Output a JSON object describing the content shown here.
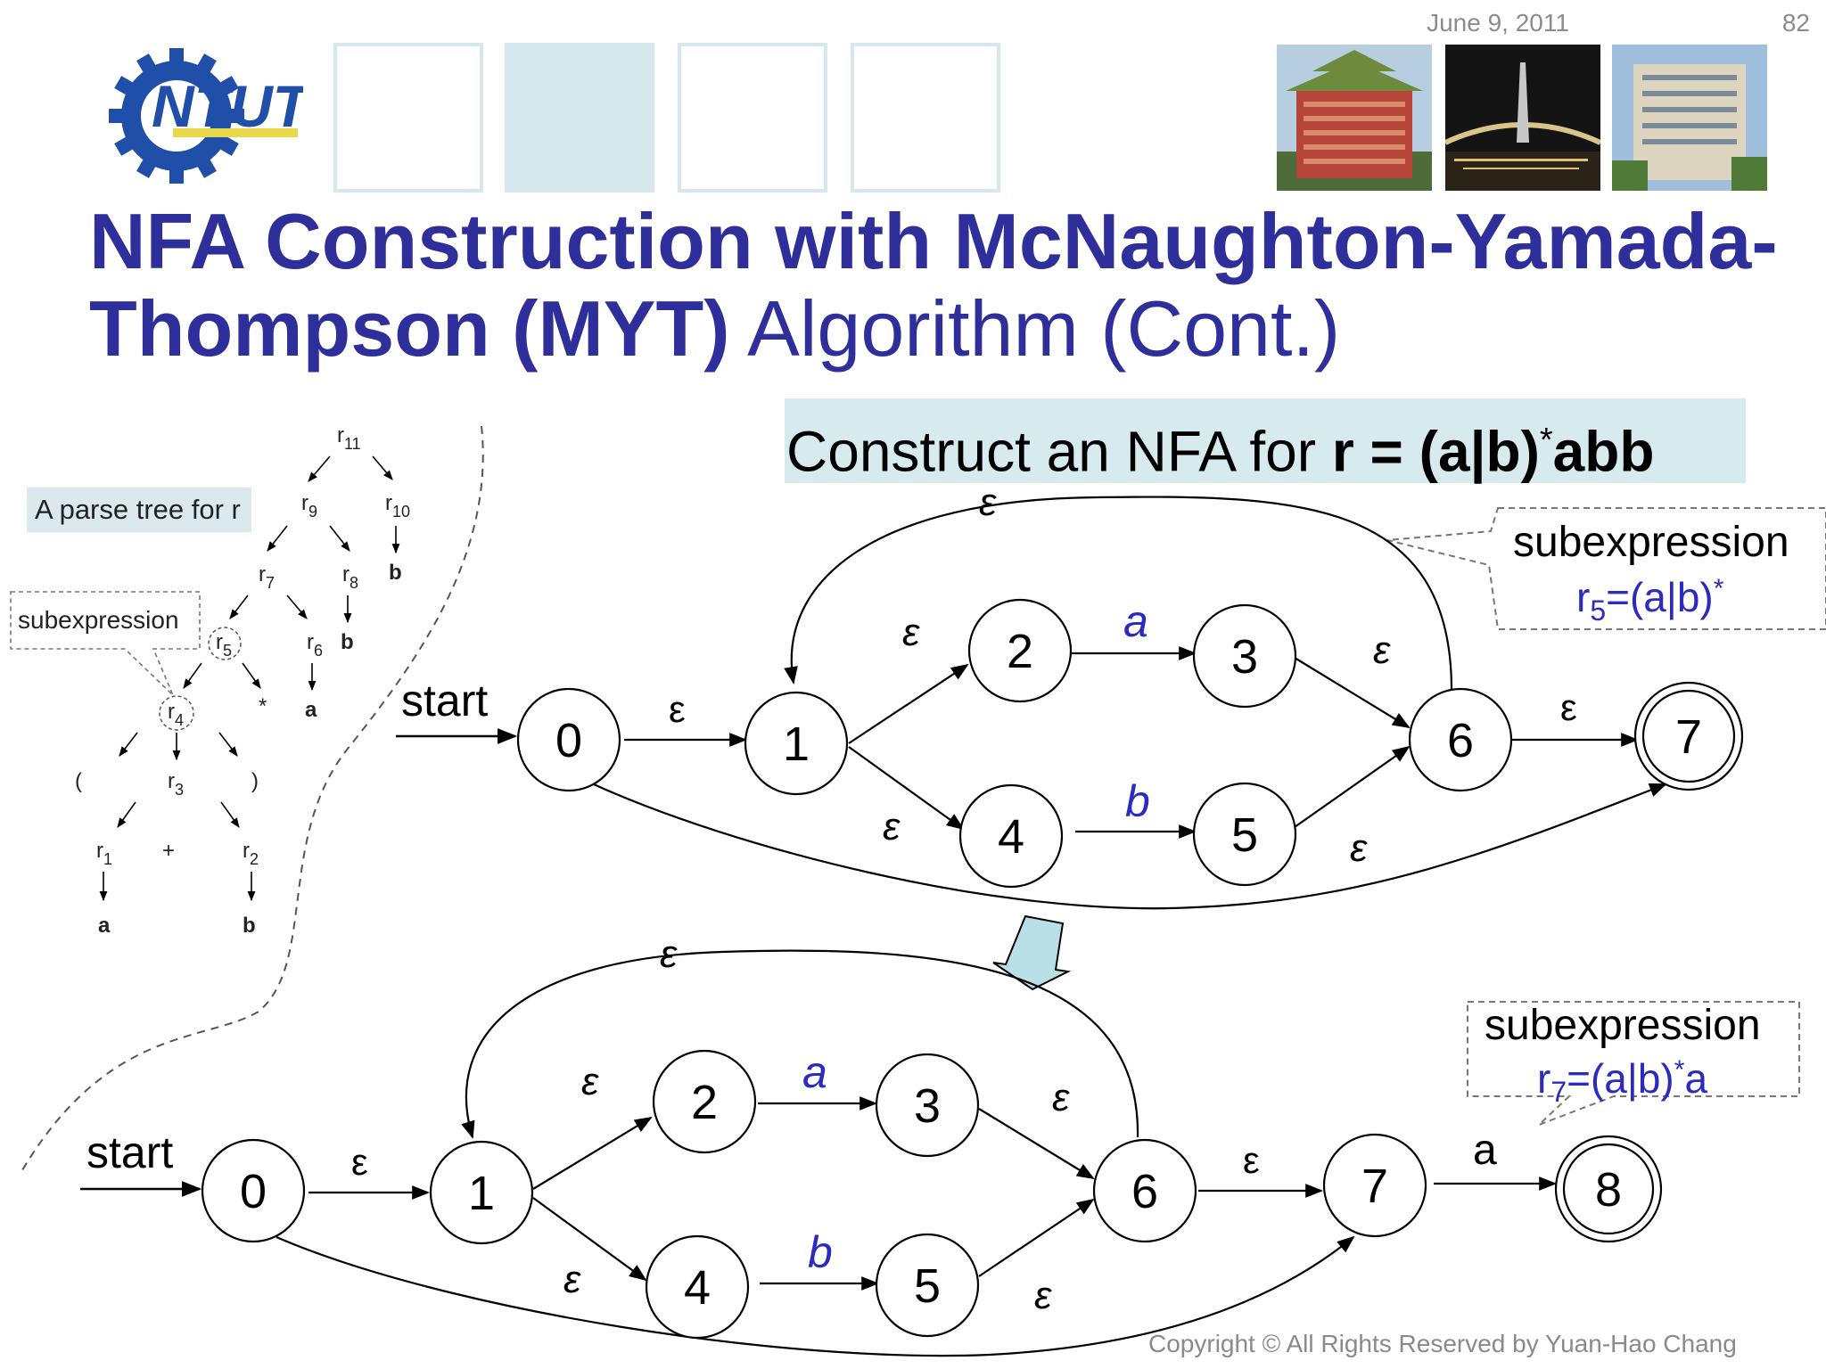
{
  "header": {
    "date": "June 9, 2011",
    "page_number": "82",
    "logo_text": "NTUT"
  },
  "title": {
    "bold_part": "NFA Construction with McNaughton-Yamada-Thompson (MYT)",
    "regular_part": "Algorithm (Cont.)"
  },
  "construct_box": {
    "prefix": "Construct an NFA for ",
    "regex_left": "r = (a|b)",
    "regex_star": "*",
    "regex_right": "abb"
  },
  "parse_tree": {
    "label": "A parse tree for r",
    "callout": "subexpression",
    "nodes": {
      "r11": "r11",
      "r9": "r9",
      "r10": "r10",
      "r7": "r7",
      "r8": "r8",
      "r5": "r5",
      "r6": "r6",
      "r4": "r4",
      "star": "*",
      "r3": "r3",
      "lparen": "(",
      "rparen": ")",
      "r1": "r1",
      "plus": "+",
      "r2": "r2",
      "leaf_a1": "a",
      "leaf_b1": "b",
      "leaf_a6": "a",
      "leaf_b8": "b",
      "leaf_b10": "b"
    }
  },
  "nfa_top": {
    "start_label": "start",
    "callout_title": "subexpression",
    "callout_expr": "r5=(a|b)*",
    "states": [
      "0",
      "1",
      "2",
      "3",
      "4",
      "5",
      "6",
      "7"
    ],
    "accepting_state": "7",
    "transitions": {
      "0-1": "ε",
      "1-2": "ε",
      "1-4": "ε",
      "2-3": "a",
      "4-5": "b",
      "3-6": "ε",
      "5-6": "ε",
      "6-1": "ε",
      "6-7": "ε",
      "0-7": "ε"
    }
  },
  "nfa_bottom": {
    "start_label": "start",
    "callout_title": "subexpression",
    "callout_expr": "r7=(a|b)*a",
    "states": [
      "0",
      "1",
      "2",
      "3",
      "4",
      "5",
      "6",
      "7",
      "8"
    ],
    "accepting_state": "8",
    "transitions": {
      "0-1": "ε",
      "1-2": "ε",
      "1-4": "ε",
      "2-3": "a",
      "4-5": "b",
      "3-6": "ε",
      "5-6": "ε",
      "6-1": "ε",
      "6-7": "ε",
      "0-7": "ε",
      "7-8": "a"
    }
  },
  "footer": {
    "copyright": "Copyright © All Rights Reserved by Yuan-Hao Chang"
  },
  "colors": {
    "title": "#2f2f9c",
    "symbol_blue": "#2b2bbf",
    "box_fill": "#d7eaee",
    "deco_square": "#d6e8ee",
    "gear_blue": "#1f4fa8",
    "logo_yellow": "#e8d84a"
  },
  "icons": [
    "ntut-logo-icon",
    "down-arrow-icon",
    "building-photo",
    "bridge-photo",
    "campus-photo"
  ]
}
